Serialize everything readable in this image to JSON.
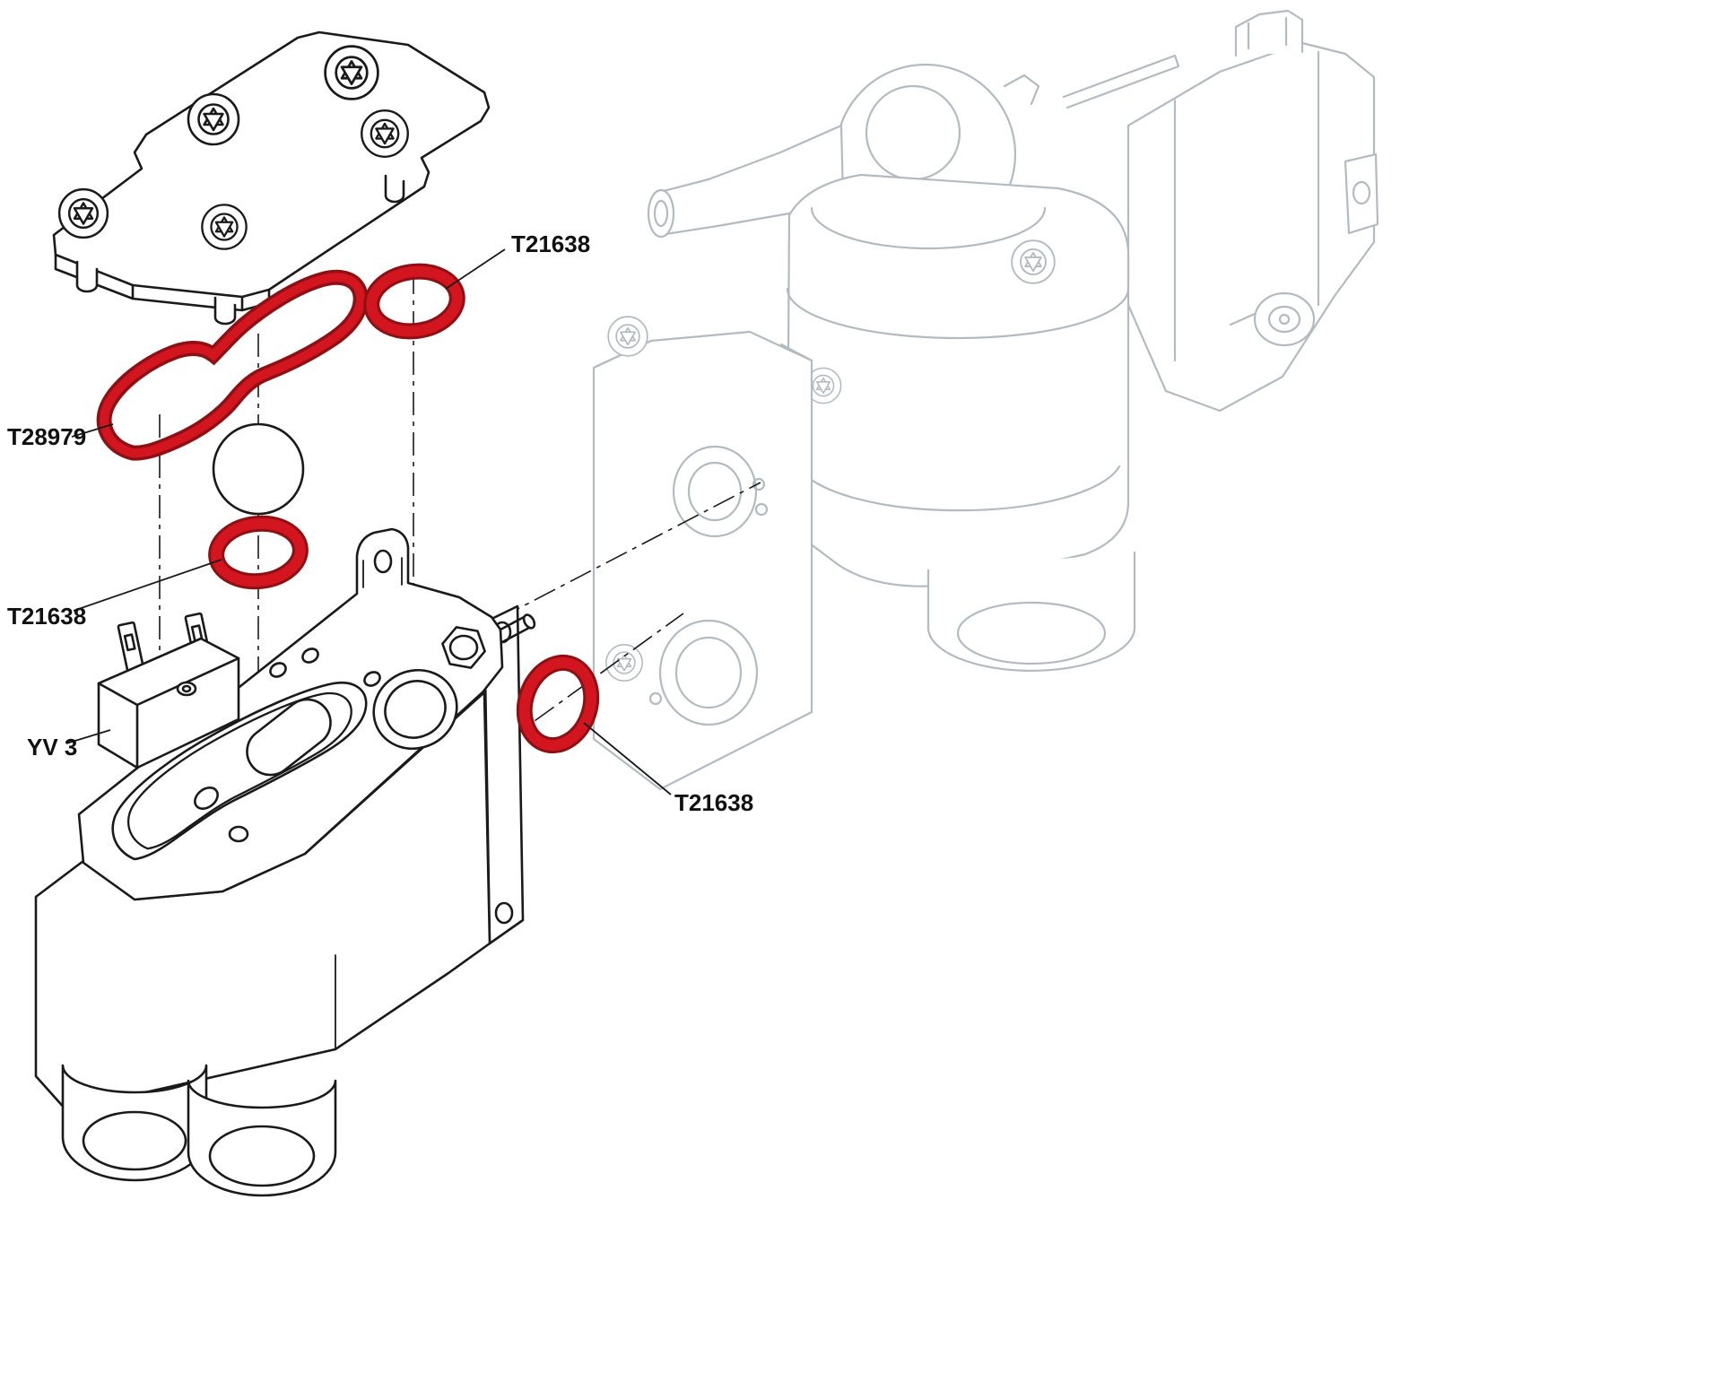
{
  "diagram": {
    "colors": {
      "highlight_red": "#d2151e",
      "red_dark": "#8f1013",
      "line_black": "#1a1a1a",
      "ghost_gray": "#b2bac2",
      "background": "#ffffff"
    },
    "labels": {
      "oring_top": "T21638",
      "gasket": "T28979",
      "oring_mid": "T21638",
      "valve_body": "YV 3",
      "oring_right": "T21638"
    }
  }
}
